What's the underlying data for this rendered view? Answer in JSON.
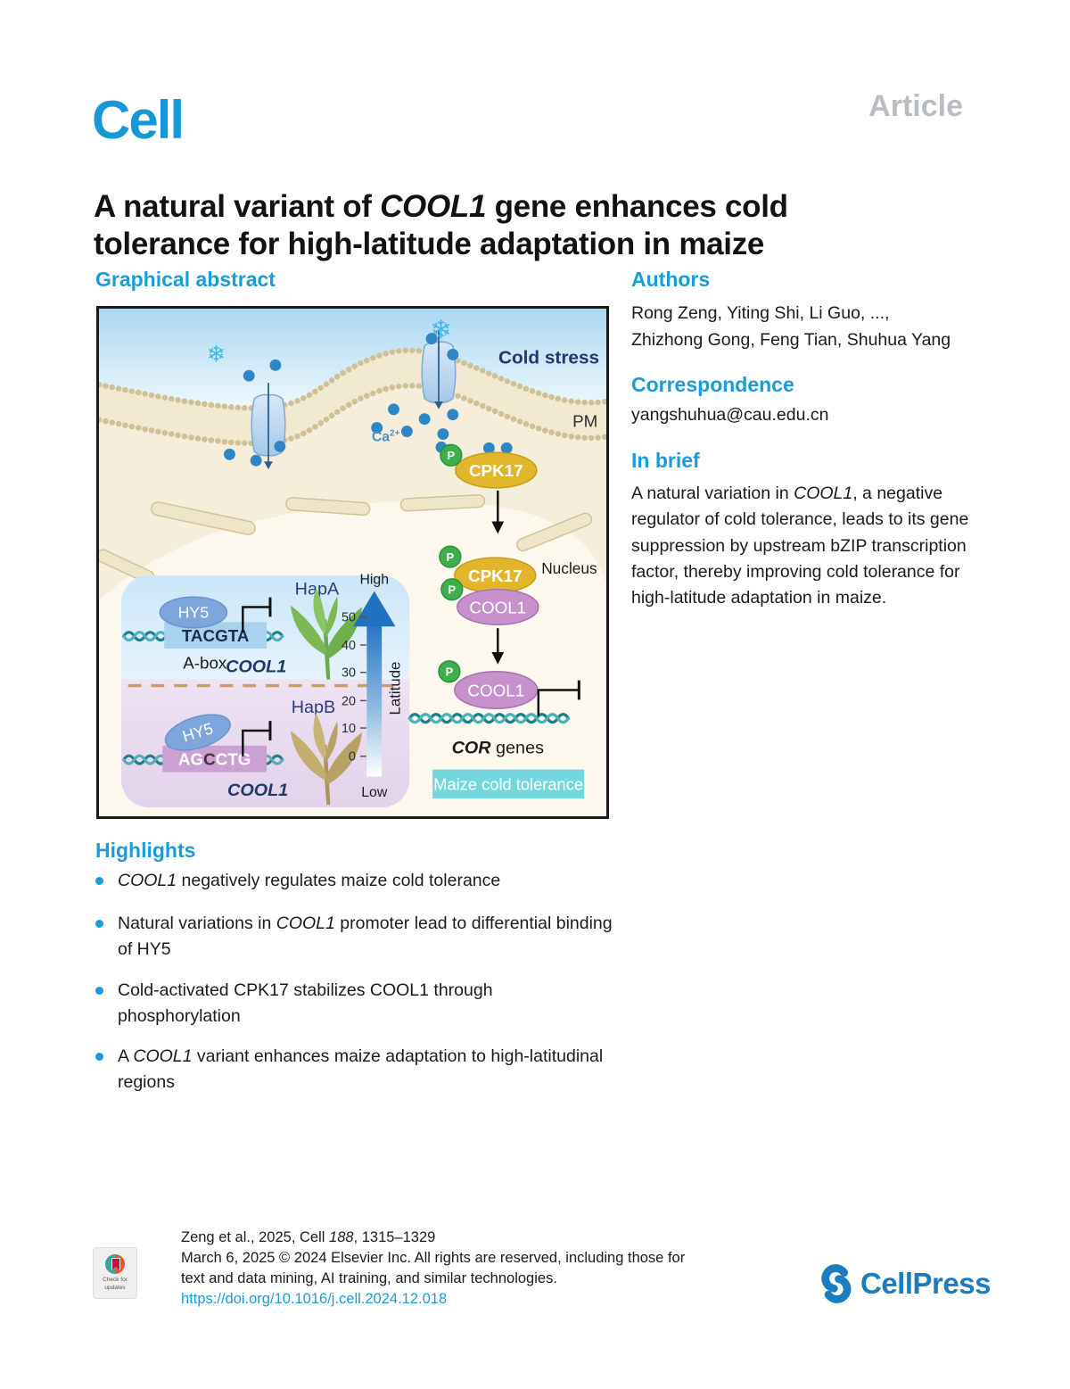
{
  "colors": {
    "brand_blue": "#1598d5",
    "heading_blue": "#1b9cd8",
    "article_gray": "#b9bdc1",
    "link_blue": "#1b9cd8",
    "cellpress_blue": "#1a7dbf",
    "cpk17_yellow": "#e2b62c",
    "cool1_purple": "#c791cc",
    "phospho_green": "#3db04c",
    "hy5_blue": "#7ea6dc",
    "tolerance_teal": "#72d8de"
  },
  "header": {
    "journal_logo": "Cell",
    "article_type": "Article"
  },
  "title": {
    "pre": "A natural variant of ",
    "gene": "COOL1",
    "post": " gene enhances cold tolerance for high-latitude adaptation in maize"
  },
  "graphical_abstract": {
    "heading": "Graphical abstract",
    "cold_stress": "Cold stress",
    "pm": "PM",
    "ca": "Ca",
    "ca_sup": "2+",
    "p": "P",
    "cpk17": "CPK17",
    "cool1": "COOL1",
    "nucleus": "Nucleus",
    "hapA": "HapA",
    "hapB": "HapB",
    "hy5": "HY5",
    "site_a": "TACGTA",
    "site_a_label": "A-box",
    "site_b_1": "AG",
    "site_b_2": "C",
    "site_b_3": "CTG",
    "gene_label": "COOL1",
    "axis": {
      "high": "High",
      "low": "Low",
      "label": "Latitude",
      "ticks": [
        "50",
        "40",
        "30",
        "20",
        "10",
        "0"
      ]
    },
    "cor": "COR",
    "cor_genes": " genes",
    "tolerance_box": "Maize cold tolerance",
    "snowflake": "❄"
  },
  "authors": {
    "heading": "Authors",
    "line1": "Rong Zeng, Yiting Shi, Li Guo, ...,",
    "line2": "Zhizhong Gong, Feng Tian, Shuhua Yang"
  },
  "correspondence": {
    "heading": "Correspondence",
    "email": "yangshuhua@cau.edu.cn"
  },
  "in_brief": {
    "heading": "In brief",
    "pre": "A natural variation in ",
    "gene": "COOL1",
    "post": ", a negative regulator of cold tolerance, leads to its gene suppression by upstream bZIP transcription factor, thereby improving cold tolerance for high-latitude adaptation in maize."
  },
  "highlights": {
    "heading": "Highlights",
    "items": [
      {
        "pre": "",
        "gene": "COOL1",
        "post": " negatively regulates maize cold tolerance"
      },
      {
        "pre": "Natural variations in ",
        "gene": "COOL1",
        "post": " promoter lead to differential binding of HY5"
      },
      {
        "pre": "Cold-activated CPK17 stabilizes COOL1 through phosphorylation",
        "gene": "",
        "post": ""
      },
      {
        "pre": "A ",
        "gene": "COOL1",
        "post": " variant enhances maize adaptation to high-latitudinal regions"
      }
    ]
  },
  "footer": {
    "citation_pre": "Zeng et al., 2025, Cell ",
    "citation_vol": "188",
    "citation_post": ", 1315–1329",
    "line2": "March 6, 2025 © 2024 Elsevier Inc. All rights are reserved, including those for",
    "line3": "text and data mining, AI training, and similar technologies.",
    "doi": "https://doi.org/10.1016/j.cell.2024.12.018",
    "badge_line1": "Check for",
    "badge_line2": "updates",
    "publisher": "CellPress"
  }
}
